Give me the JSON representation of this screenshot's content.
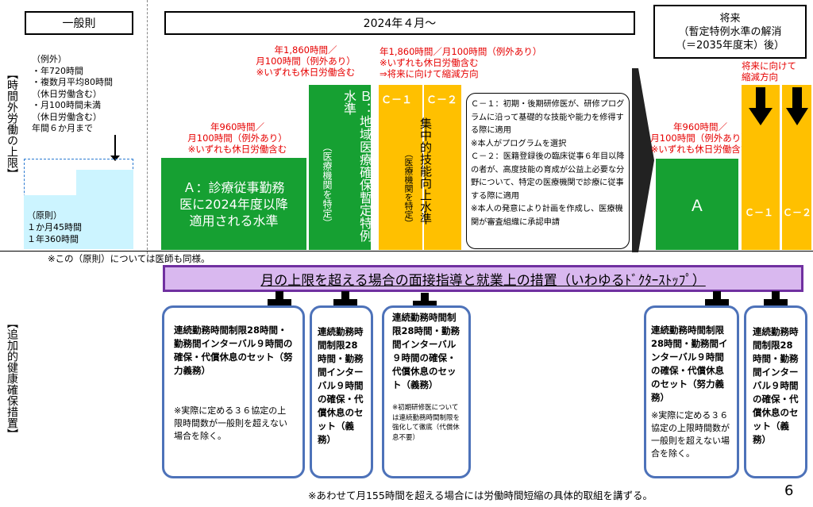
{
  "headers": {
    "general": "一般則",
    "y2024": "2024年４月～",
    "future": "将来\n（暫定特例水準の解消\n（＝2035年度末）後）"
  },
  "side_labels": {
    "upper": "【時間外労働の上限】",
    "lower": "【追加的健康確保措置】"
  },
  "general_rule": {
    "exceptions": "（例外）\n・年720時間\n・複数月平均80時間\n（休日労働含む）\n・月100時間未満\n（休日労働含む）\n年間６か月まで",
    "principle": "（原則）\n１か月45時間\n１年360時間",
    "note": "※この（原則）については医師も同様。"
  },
  "level_a": {
    "limits": "年960時間／\n月100時間（例外あり）\n※いずれも休日労働含む",
    "box": "Ａ：診療従事勤務\n医に2024年度以降\n適用される水準"
  },
  "level_b": {
    "limits": "年1,860時間／\n月100時間（例外あり）\n※いずれも休日労働含む",
    "main": "Ｂ：地域医療確保暫定特例水準",
    "sub": "（医療機関を特定）"
  },
  "level_c": {
    "limits": "年1,860時間／月100時間（例外あり）\n※いずれも休日労働含む\n⇒将来に向けて縮減方向",
    "c1": "Ｃ－１",
    "c2": "Ｃ－２",
    "main": "集中的技能向上水準",
    "sub": "（医療機関を特定）",
    "explain": "Ｃ－１：初期・後期研修医が、研修プログラムに沿って基礎的な技能や能力を修得する際に適用\n※本人がプログラムを選択\nＣ－２：医籍登録後の臨床従事６年目以降の者が、高度技能の育成が公益上必要な分野について、特定の医療機関で診療に従事する際に適用\n※本人の発意により計画を作成し、医療機関が審査組織に承認申請"
  },
  "future": {
    "limits": "年960時間／\n月100時間（例外あり）\n※いずれも休日労働含む",
    "a": "Ａ",
    "reduce": "将来に向けて\n縮減方向",
    "c1": "Ｃ－１",
    "c2": "Ｃ－２"
  },
  "banner": "月の上限を超える場合の面接指導と就業上の措置（いわゆるﾄﾞｸﾀｰｽﾄｯﾌﾟ）",
  "measures": {
    "general": "連続勤務時間制限28時間・勤務間インターバル９時間の確保・代償休息のセット（努力義務）",
    "general_note": "※実際に定める３６協定の上限時間数が一般則を超えない場合を除く。",
    "b": "連続勤務時間制限28時間・勤務間インターバル９時間の確保・代償休息のセット（義務）",
    "c": "連続勤務時間制限28時間・勤務間インターバル９時間の確保・代償休息のセット（義務）",
    "c_note": "※初期研修医については連続勤務時間制限を強化して徹底（代償休息不要）",
    "future_a": "連続勤務時間制限28時間・勤務間インターバル９時間の確保・代償休息のセット（努力義務）",
    "future_a_note": "※実際に定める３６協定の上限時間数が一般則を超えない場合を除く。",
    "future_c": "連続勤務時間制限28時間・勤務間インターバル９時間の確保・代償休息のセット（義務）"
  },
  "footer_note": "※あわせて月155時間を超える場合には労働時間短縮の具体的取組を講ずる。",
  "page_number": "6"
}
